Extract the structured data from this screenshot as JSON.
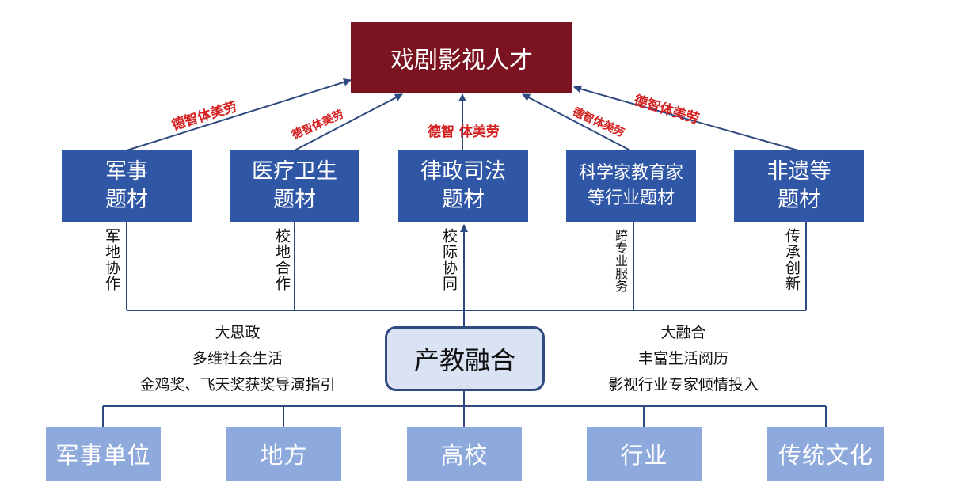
{
  "top": {
    "label": "戏剧影视人才"
  },
  "themes": [
    {
      "line1": "军事",
      "line2": "题材"
    },
    {
      "line1": "医疗卫生",
      "line2": "题材"
    },
    {
      "line1": "律政司法",
      "line2": "题材"
    },
    {
      "line1": "科学家教育家",
      "line2": "等行业题材"
    },
    {
      "line1": "非遗等",
      "line2": "题材"
    }
  ],
  "arrow_labels": [
    "德智体美劳",
    "德智体美劳",
    "德智 体美劳",
    "德智体美劳",
    "德智体美劳"
  ],
  "vertical_labels": [
    "军地协作",
    "校地合作",
    "校际协同",
    "跨专业服务",
    "传承创新"
  ],
  "center": {
    "label": "产教融合"
  },
  "left_text": [
    "大思政",
    "多维社会生活",
    "金鸡奖、飞天奖获奖导演指引"
  ],
  "right_text": [
    "大融合",
    "丰富生活阅历",
    "影视行业专家倾情投入"
  ],
  "bottom": [
    "军事单位",
    "地方",
    "高校",
    "行业",
    "传统文化"
  ],
  "colors": {
    "top_box": "#7b1420",
    "theme_box": "#2f57a6",
    "bottom_box": "#8ea9dc",
    "center_box": "#d9e3f3",
    "line": "#2f4a80",
    "label_red": "#d42020"
  }
}
